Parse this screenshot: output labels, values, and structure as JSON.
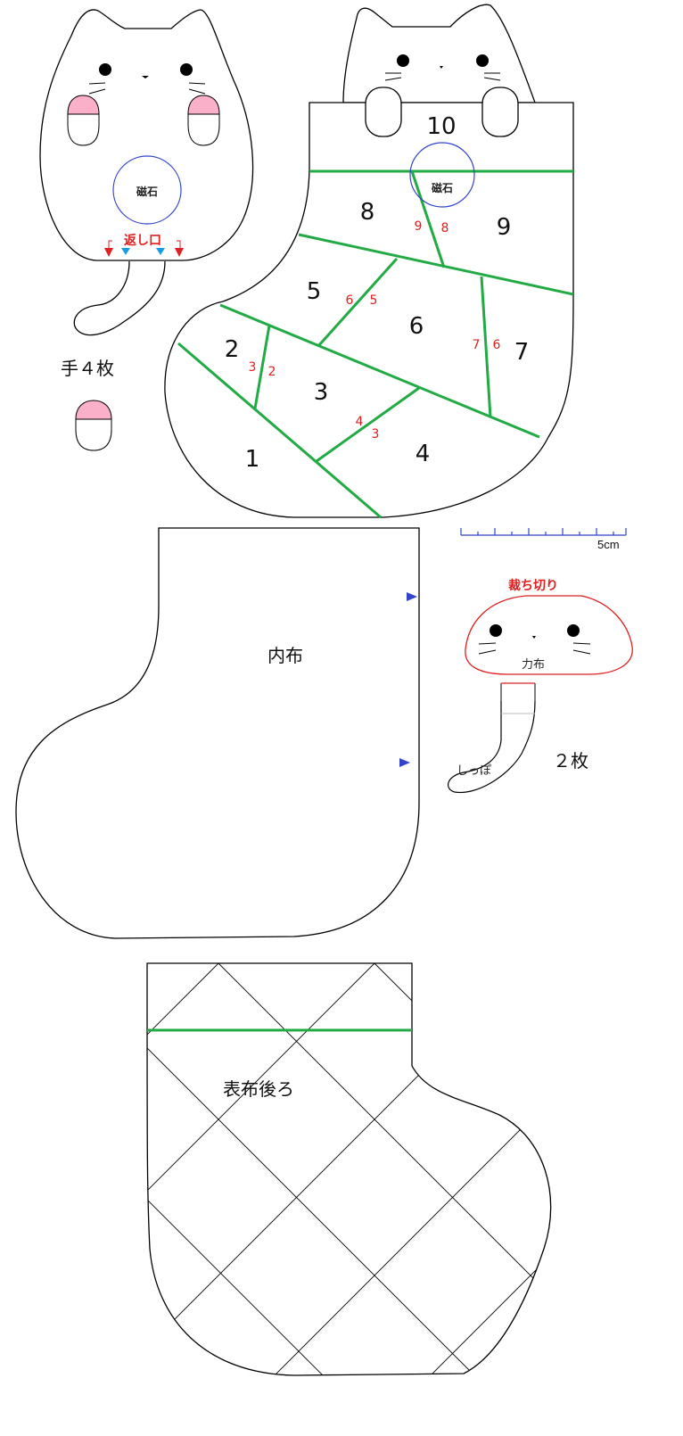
{
  "cat_body": {
    "magnet_label": "磁石",
    "opening_label": "返し口"
  },
  "hands": {
    "label": "手４枚"
  },
  "front_stocking": {
    "piece_numbers": [
      "1",
      "2",
      "3",
      "4",
      "5",
      "6",
      "7",
      "8",
      "9",
      "10"
    ],
    "magnet_label": "磁石",
    "seam_marks": [
      [
        "9",
        "8"
      ],
      [
        "6",
        "5"
      ],
      [
        "7",
        "6"
      ],
      [
        "3",
        "2"
      ],
      [
        "4",
        "3"
      ]
    ]
  },
  "scale": {
    "label": "5cm"
  },
  "reinforcement": {
    "cut_label": "裁ち切り",
    "label": "力布"
  },
  "tail": {
    "label": "しっぽ",
    "count_label": "２枚"
  },
  "lining": {
    "label": "内布"
  },
  "back": {
    "label": "表布後ろ"
  },
  "colors": {
    "seam": "#22aa44",
    "marker": "#e02020",
    "magnet": "#3344cc",
    "cheek": "#f9b0c8",
    "notch": "#1a9de0"
  }
}
